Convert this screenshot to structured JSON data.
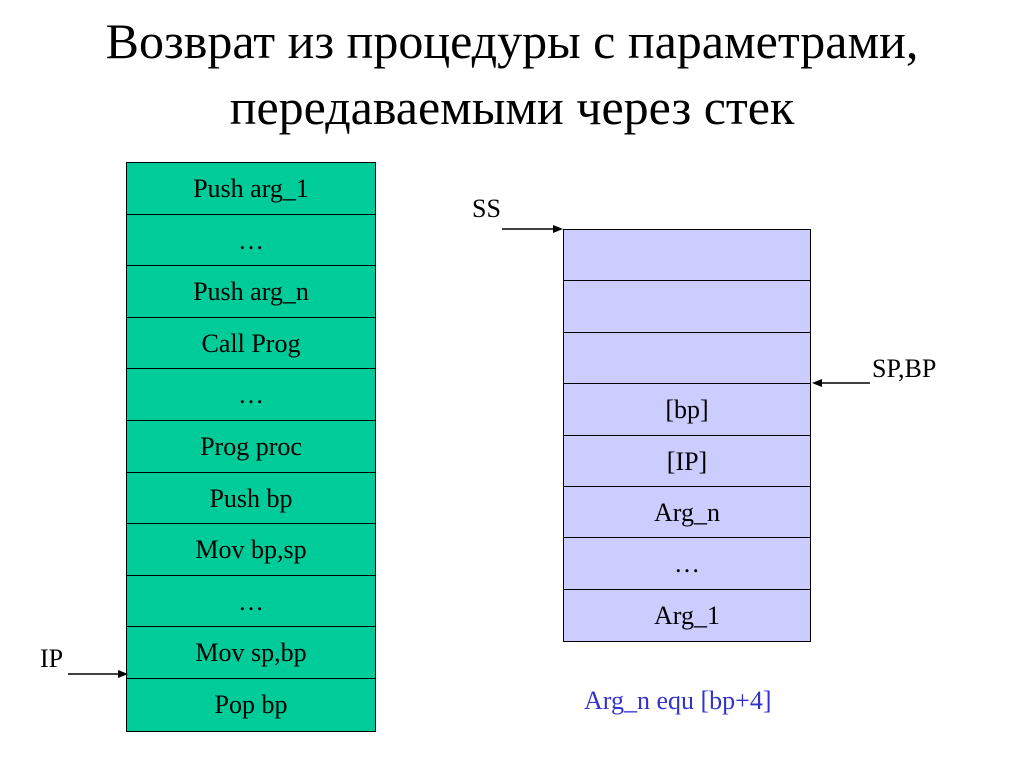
{
  "slide": {
    "title_line1": "Возврат из процедуры с параметрами,",
    "title_line2": "передаваемыми через стек"
  },
  "code_segment": {
    "rows": [
      "Push arg_1",
      "…",
      "Push arg_n",
      "Call Prog",
      "…",
      "Prog proc",
      "Push bp",
      "Mov bp,sp",
      "…",
      "Mov sp,bp",
      "Pop bp"
    ],
    "fill_color": "#00cc99",
    "pointer_label": "IP",
    "pointer_row_index": 10
  },
  "stack_segment": {
    "rows": [
      "",
      "",
      "",
      "[bp]",
      "[IP]",
      "Arg_n",
      "…",
      "Arg_1"
    ],
    "fill_color": "#ccccff",
    "top_pointer_label": "SS",
    "sp_pointer_label": "SP,BP",
    "sp_pointer_boundary_index": 3
  },
  "note": {
    "text": "Arg_n equ [bp+4]",
    "color": "#3333cc"
  }
}
